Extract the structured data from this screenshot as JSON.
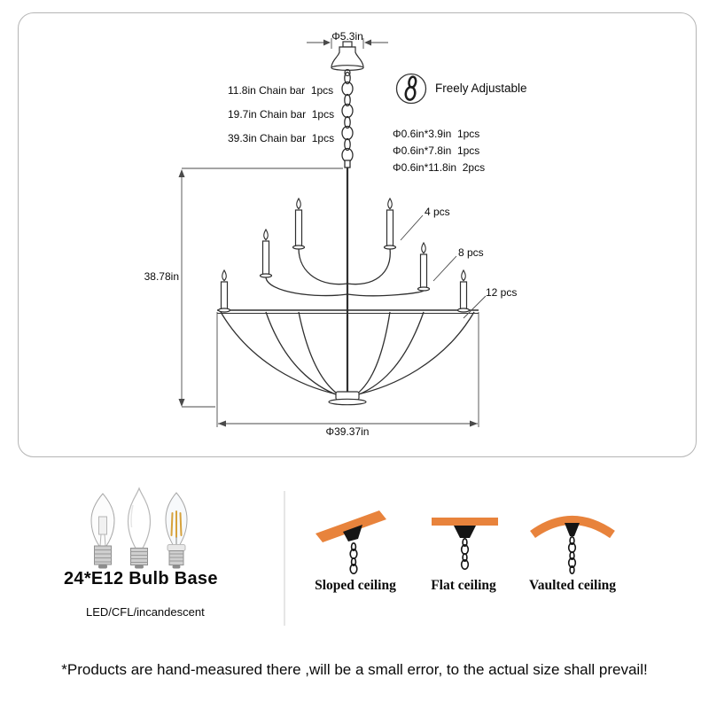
{
  "panel": {
    "canopy_diameter": "Φ5.3in",
    "chain_bars": [
      "11.8in Chain bar  1pcs",
      "19.7in Chain bar  1pcs",
      "39.3in Chain bar  1pcs"
    ],
    "freely_adjustable": "Freely Adjustable",
    "candle_specs": [
      "Φ0.6in*3.9in  1pcs",
      "Φ0.6in*7.8in  1pcs",
      "Φ0.6in*11.8in  2pcs"
    ],
    "arm_counts": [
      "4 pcs",
      "8 pcs",
      "12 pcs"
    ],
    "height_label": "38.78in",
    "bottom_diameter": "Φ39.37in"
  },
  "bulb_section": {
    "title": "24*E12 Bulb Base",
    "subtitle": "LED/CFL/incandescent"
  },
  "ceiling_section": {
    "items": [
      "Sloped ceiling",
      "Flat ceiling",
      "Vaulted ceiling"
    ]
  },
  "disclaimer": "*Products are hand-measured there ,will be a small error, to the actual size shall prevail!",
  "colors": {
    "ceiling_orange": "#E8833C",
    "line_dark": "#2f2f2f",
    "icon_black": "#151515"
  }
}
